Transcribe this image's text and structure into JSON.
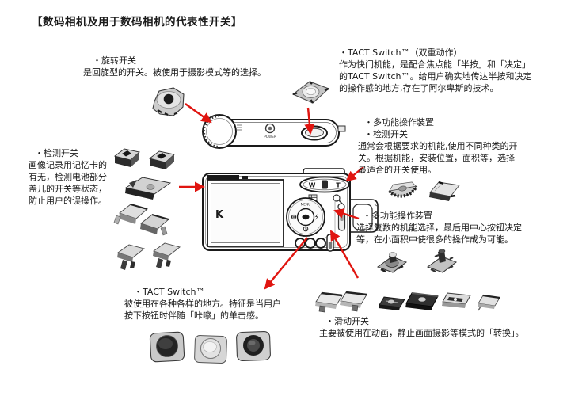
{
  "title": "【数码相机及用于数码相机的代表性开关】",
  "annotations": {
    "rotary": {
      "heading": "・旋转开关",
      "body": "是回旋型的开关。被使用于摄影模式等的选择。"
    },
    "tact_shutter": {
      "heading": "・TACT Switch™（双重动作）",
      "line1": "作为快门机能，是配合焦点能「半按」和「决定」",
      "line2": "的TACT Switch™。给用户确实地传达半按和决定",
      "line3": "的操作感的地方,存在了阿尔卑斯的技术。"
    },
    "multi_detect": {
      "heading1": "・多功能操作装置",
      "heading2": "・检测开关",
      "line1": "通常会根据要求的机能,使用不同种类的开",
      "line2": "关。根据机能，安装位置，面积等，选择",
      "line3": "最适合的开关使用。"
    },
    "detect": {
      "heading": "・检测开关",
      "line1": "画像记录用记忆卡的",
      "line2": "有无，检测电池部分",
      "line3": "盖儿的开关等状态，",
      "line4": "防止用户的误操作。"
    },
    "multi": {
      "heading": "・多功能操作装置",
      "line1": "选择复数的机能选择，最后用中心按钮决定",
      "line2": "等，在小面积中使很多的操作成为可能。"
    },
    "tact": {
      "heading": "・TACT Switch™",
      "line1": "被使用在各种各样的地方。特征是当用户",
      "line2": "按下按钮时伴随「咔嚓」的单击感。"
    },
    "slide": {
      "heading": "・滑动开关",
      "body": "主要被使用在动画，静止画面摄影等模式的「转换」。"
    }
  },
  "camera": {
    "brand_logo": "K",
    "zoom_wide": "W",
    "zoom_tele": "T",
    "power_label": "POWER",
    "menu_label": "MENU"
  },
  "colors": {
    "arrow": "#e01510",
    "text": "#1a1a1a",
    "background": "#ffffff"
  }
}
